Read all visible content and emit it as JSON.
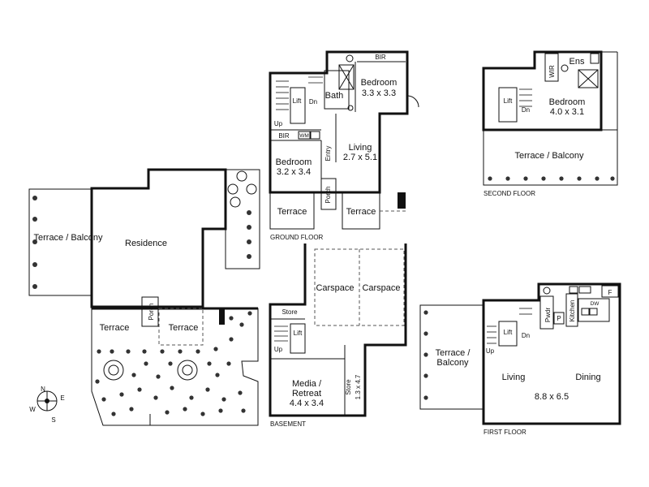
{
  "site": {
    "labels": {
      "terrace_balcony": "Terrace / Balcony",
      "residence": "Residence",
      "terrace_left": "Terrace",
      "porch": "Porch",
      "terrace_right": "Terrace"
    },
    "compass": {
      "n": "N",
      "e": "E",
      "s": "S",
      "w": "W"
    }
  },
  "ground_floor": {
    "title": "GROUND FLOOR",
    "bir_top": "BIR",
    "bedroom1": {
      "name": "Bedroom",
      "size": "3.3 x 3.3"
    },
    "bath": "Bath",
    "lift": "Lift",
    "up": "Up",
    "dn": "Dn",
    "bir_left": "BIR",
    "wm": "WM",
    "living": {
      "name": "Living",
      "size": "2.7 x 5.1"
    },
    "bedroom2": {
      "name": "Bedroom",
      "size": "3.2 x 3.4"
    },
    "entry": "Entry",
    "porch": "Porch",
    "terrace_left": "Terrace",
    "terrace_right": "Terrace"
  },
  "basement": {
    "title": "BASEMENT",
    "carspace1": "Carspace",
    "carspace2": "Carspace",
    "store": "Store",
    "lift": "Lift",
    "up": "Up",
    "media": {
      "name": "Media /",
      "name2": "Retreat",
      "size": "4.4 x 3.4"
    },
    "store2": {
      "name": "Store",
      "size": "1.3 x 4.7"
    }
  },
  "second_floor": {
    "title": "SECOND FLOOR",
    "wir": "WIR",
    "ens": "Ens",
    "lift": "Lift",
    "dn": "Dn",
    "bedroom": {
      "name": "Bedroom",
      "size": "4.0 x 3.1"
    },
    "terrace": "Terrace / Balcony"
  },
  "first_floor": {
    "title": "FIRST FLOOR",
    "terrace": {
      "line1": "Terrace /",
      "line2": "Balcony"
    },
    "pwdr": "Pwdr",
    "kitchen": "Kitchen",
    "dw": "DW",
    "f": "F",
    "p": "P",
    "lift": "Lift",
    "up": "Up",
    "dn": "Dn",
    "living": "Living",
    "dining": "Dining",
    "size": "8.8 x 6.5"
  }
}
